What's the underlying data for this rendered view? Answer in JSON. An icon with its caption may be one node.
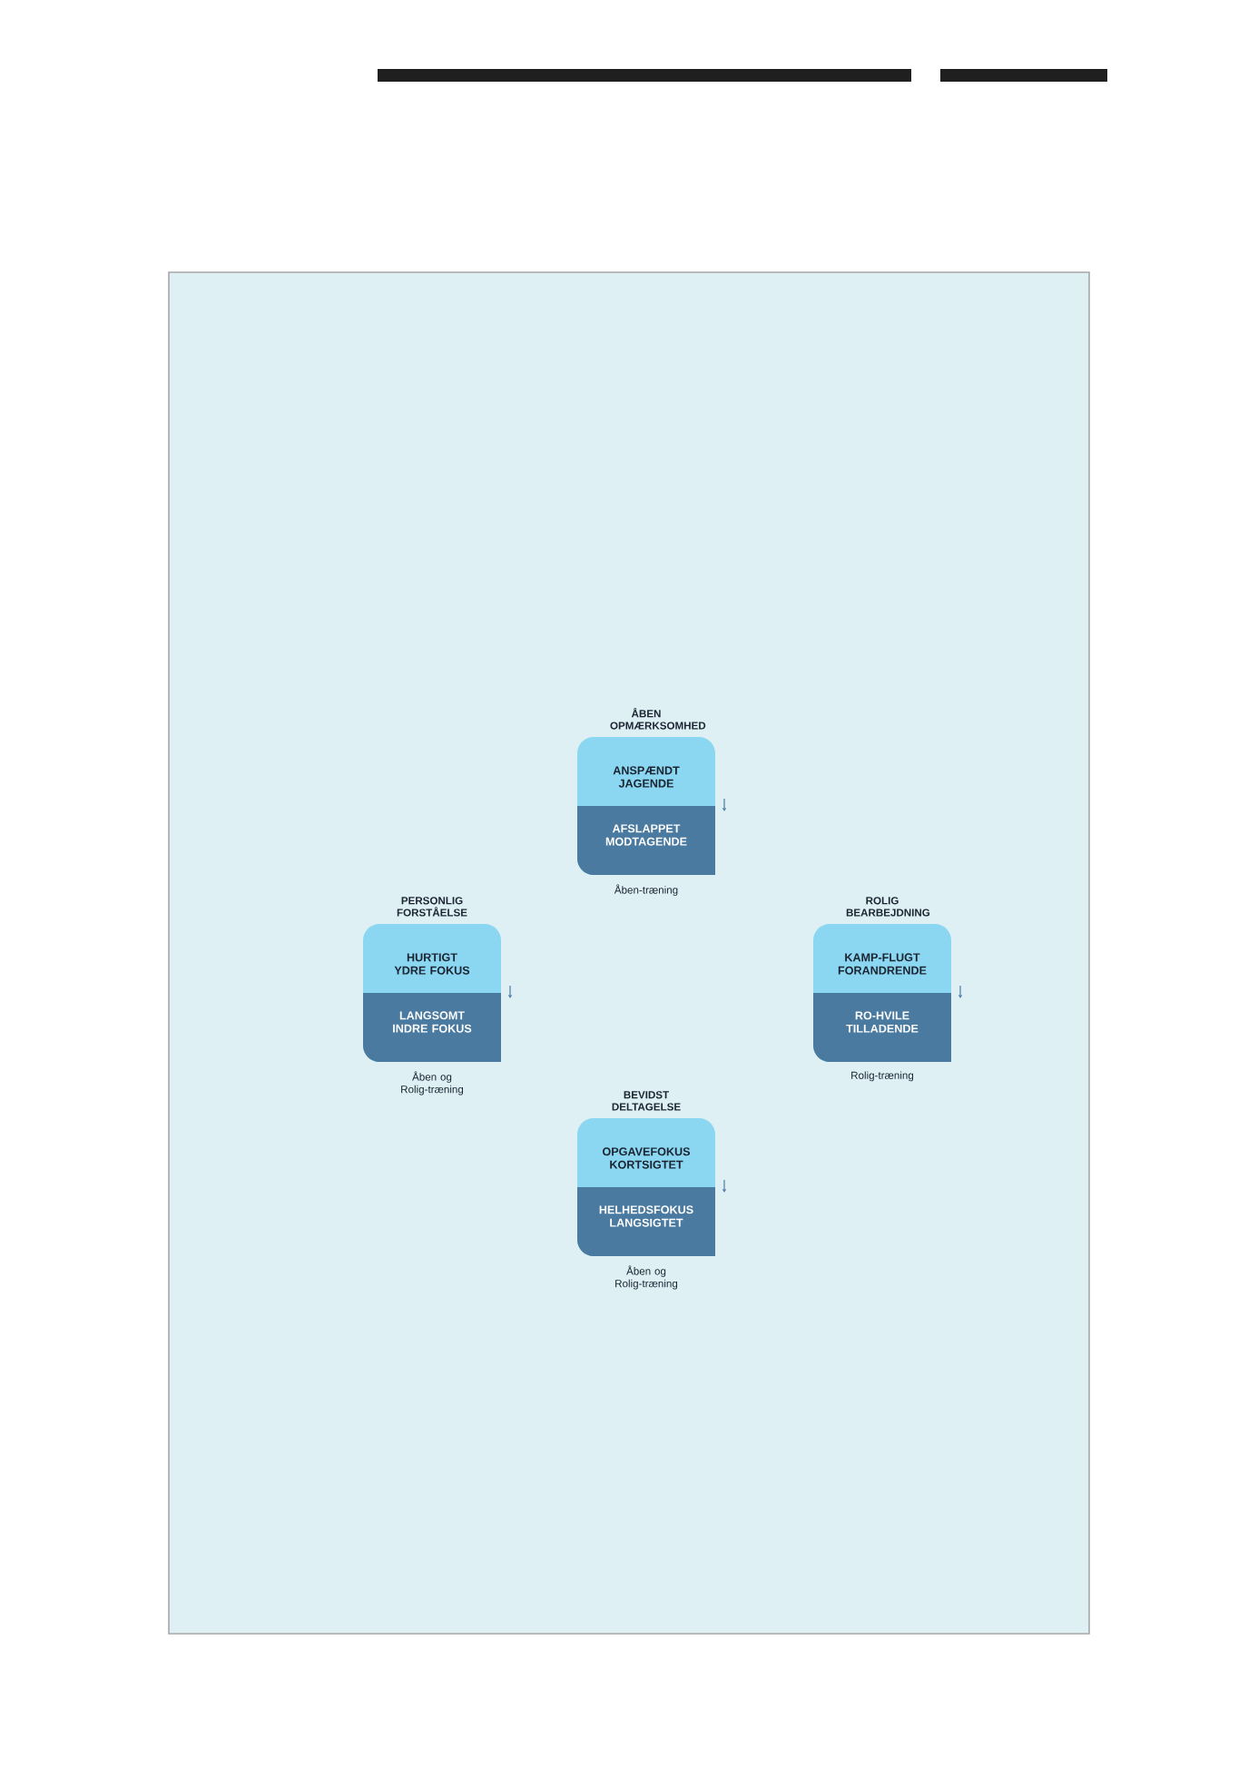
{
  "diagram": {
    "nodes": [
      {
        "text": [
          "ÅBEN OPMÆRKSOMHED"
        ],
        "beside": [
          "Åben-træning"
        ]
      },
      {
        "text": [
          "ANSPÆNDT JAGENDE"
        ],
        "in": 0
      },
      {
        "text": [
          "AFSLAPPET MODTAGENDE"
        ],
        "in": 0
      },
      {
        "text": [
          "PERSONLIG FORSTÅELSE"
        ],
        "beside": [
          "Åben og Rolig-træning"
        ]
      },
      {
        "text": [
          "HURTIGT YDRE FOKUS"
        ],
        "in": 3
      },
      {
        "text": [
          "LANGSOMT INDRE FOKUS"
        ],
        "in": 3
      },
      {
        "text": [
          "ROLIG BEARBEJDNING"
        ],
        "beside": [
          "Rolig-træning"
        ]
      },
      {
        "text": [
          "KAMP-FLUGT FORANDRENDE"
        ],
        "in": 6
      },
      {
        "text": [
          "RO-HVILE TILLADENDE"
        ],
        "in": 6
      },
      {
        "text": [
          "BEVIDST DELTAGELSE"
        ],
        "beside": [
          "Åben og Rolig-træning"
        ]
      },
      {
        "text": [
          "OPGAVEFOKUS KORTSIGTET"
        ],
        "in": 9
      },
      {
        "text": [
          "HELHEDSFOKUS LANGSIGTET"
        ],
        "in": 9
      }
    ],
    "edges": []
  }
}
